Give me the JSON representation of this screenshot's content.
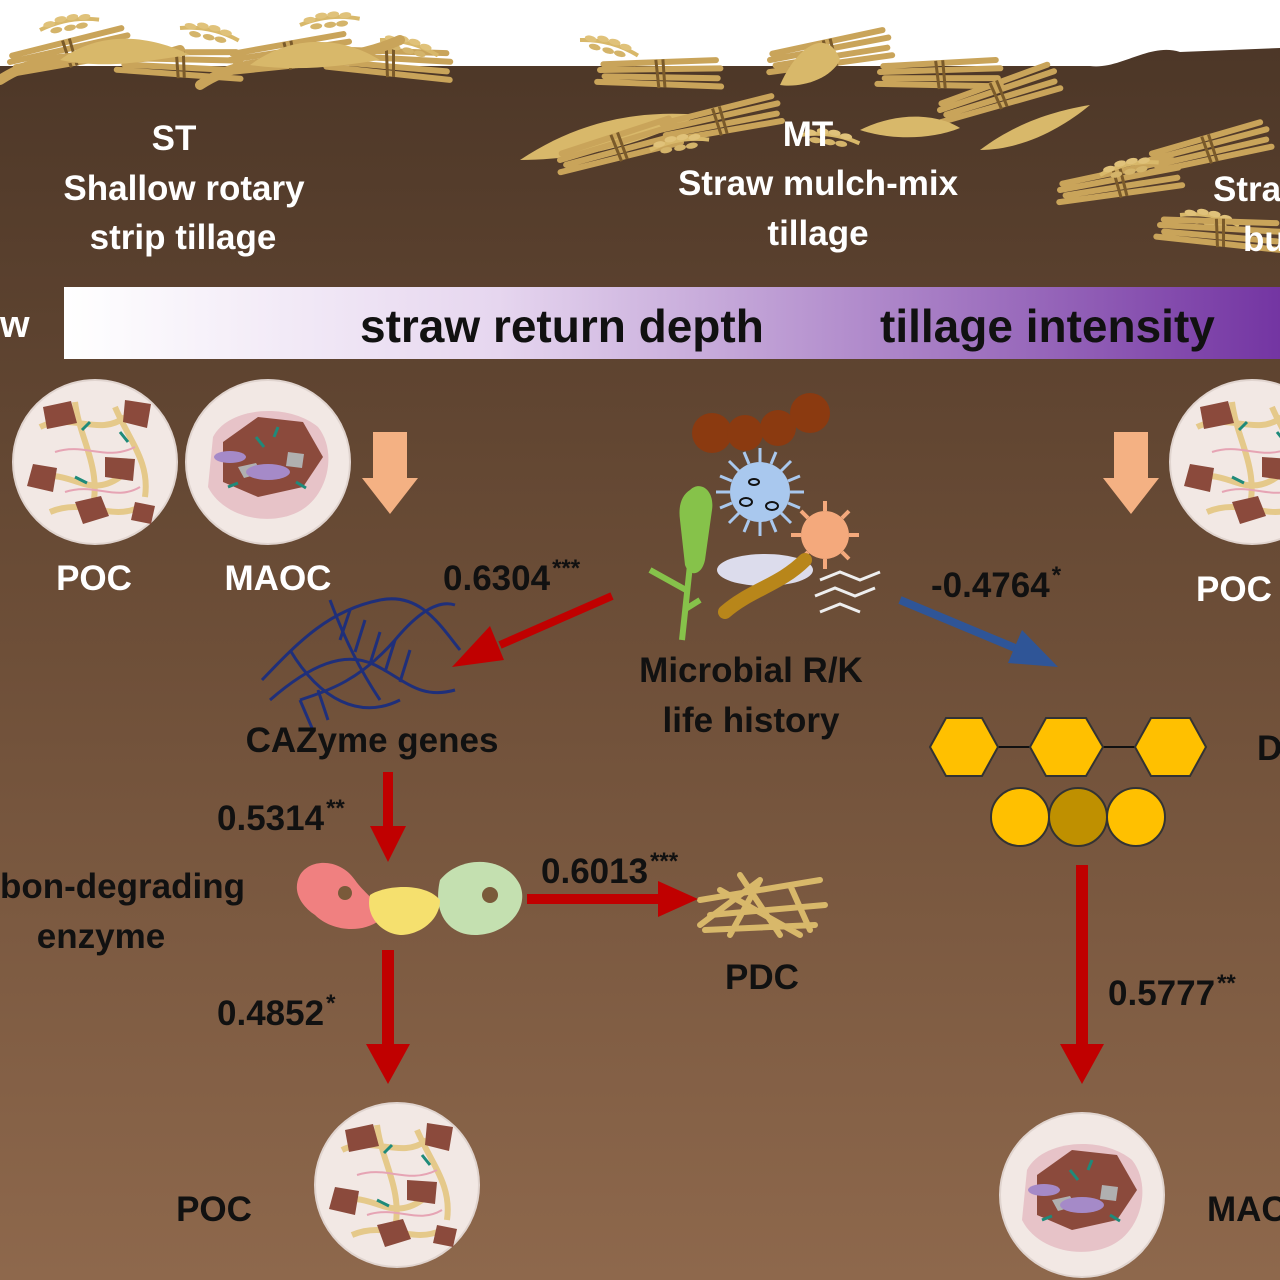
{
  "tillage": {
    "st_code": "ST",
    "st_name_line1": "Shallow rotary",
    "st_name_line2": "strip tillage",
    "mt_code": "MT",
    "mt_name_line1": "Straw mulch-mix",
    "mt_name_line2": "tillage",
    "right_partial_line1": "Stra",
    "right_partial_line2": "bu"
  },
  "gradient_bar": {
    "left_partial": "w",
    "depth_label": "straw return depth",
    "intensity_label": "tillage intensity",
    "colors": {
      "start": "#ffffff",
      "end": "#7030a0"
    }
  },
  "pools": {
    "poc_top_left": "POC",
    "maoc_top": "MAOC",
    "poc_top_right_partial": "POC",
    "poc_bottom": "POC",
    "maoc_bottom_partial": "MAC",
    "pdc": "PDC"
  },
  "nodes": {
    "microbial_line1": "Microbial R/K",
    "microbial_line2": "life history",
    "cazyme": "CAZyme genes",
    "enzyme_line1": "bon-degrading",
    "enzyme_line2": "enzyme",
    "right_partial": "D"
  },
  "paths": [
    {
      "from": "Microbial R/K life history",
      "to": "CAZyme genes",
      "coef": "0.6304",
      "sig": "***",
      "sign": "positive"
    },
    {
      "from": "Microbial R/K life history",
      "to": "D",
      "coef": "-0.4764",
      "sig": "*",
      "sign": "negative"
    },
    {
      "from": "CAZyme genes",
      "to": "bon-degrading enzyme",
      "coef": "0.5314",
      "sig": "**",
      "sign": "positive"
    },
    {
      "from": "bon-degrading enzyme",
      "to": "PDC",
      "coef": "0.6013",
      "sig": "***",
      "sign": "positive"
    },
    {
      "from": "bon-degrading enzyme",
      "to": "POC",
      "coef": "0.4852",
      "sig": "*",
      "sign": "positive"
    },
    {
      "from": "D",
      "to": "MAC",
      "coef": "0.5777",
      "sig": "**",
      "sign": "positive"
    }
  ],
  "colors": {
    "positive_arrow": "#c00000",
    "negative_arrow": "#2f5597",
    "decrease_arrow": "#f4b183",
    "soil_top": "#4a3526",
    "soil_bottom": "#8a6347",
    "straw": "#d8b86a"
  }
}
